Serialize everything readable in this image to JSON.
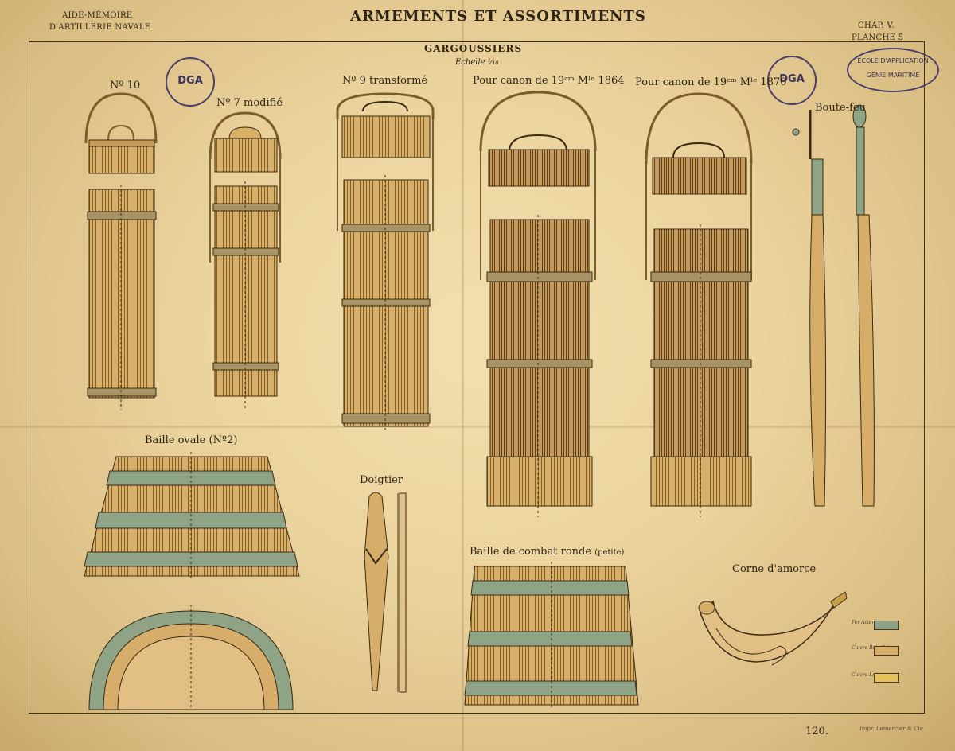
{
  "header": {
    "left_line1": "AIDE-MÉMOIRE",
    "left_line2": "D'ARTILLERIE NAVALE",
    "title": "ARMEMENTS ET ASSORTIMENTS",
    "right_line1": "CHAP. V.",
    "right_line2": "PLANCHE 5"
  },
  "section": {
    "title": "GARGOUSSIERS",
    "scale": "Echelle ⅒"
  },
  "labels": {
    "no10": "Nº 10",
    "no7": "Nº 7 modifié",
    "no9": "Nº 9 transformé",
    "c1864": "Pour canon de 19ᶜᵐ Mˡᵉ 1864",
    "c1870": "Pour canon de 19ᶜᵐ Mˡᵉ 1870",
    "boutefeu": "Boute-feu",
    "baille_ovale": "Baille ovale (Nº2)",
    "doigtier": "Doigtier",
    "baille_ronde": "Baille de combat ronde",
    "baille_ronde_small": "(petite)",
    "corne": "Corne d'amorce"
  },
  "stamps": {
    "round_text": "DGA",
    "oval_line1": "ÉCOLE D'APPLICATION",
    "oval_line2": "GÉNIE MARITIME"
  },
  "legend": [
    {
      "label": "Fer Acier",
      "color": "#8fa387"
    },
    {
      "label": "Cuivre Bois Cuir",
      "color": "#d7ad6a"
    },
    {
      "label": "Cuivre Laiton",
      "color": "#e6c25a"
    }
  ],
  "footer": {
    "page_number": "120.",
    "engraver": "Impr. Lemercier & Cie"
  },
  "colors": {
    "paper": "#ead29c",
    "ink": "#2e2416",
    "wood": "#d4a860",
    "iron": "#8fa387",
    "brass": "#c9a04a"
  }
}
